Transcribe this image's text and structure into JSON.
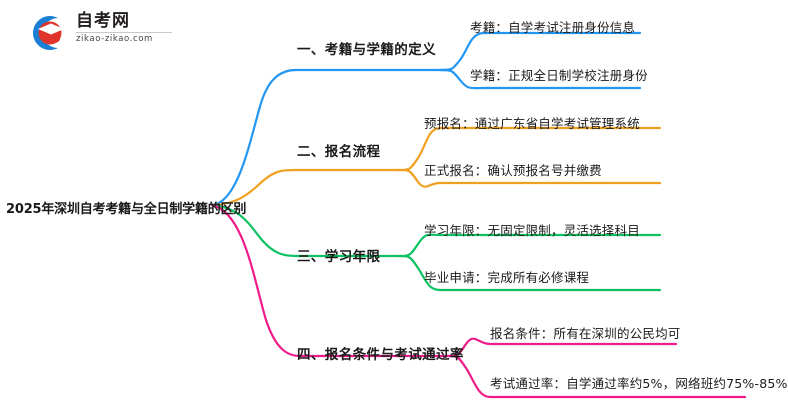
{
  "logo": {
    "icon": "graduation-cap-logo-icon",
    "name_cn": "自考网",
    "name_en": "zikao-zikao.com",
    "colors": {
      "ring": "#1b7fd4",
      "cap": "#e0342b"
    }
  },
  "mindmap": {
    "root": {
      "label": "2025年深圳自考考籍与全日制学籍的区别"
    },
    "branches": [
      {
        "label": "一、考籍与学籍的定义",
        "color": "#2196f3",
        "children": [
          {
            "label": "考籍：自学考试注册身份信息"
          },
          {
            "label": "学籍：正规全日制学校注册身份"
          }
        ]
      },
      {
        "label": "二、报名流程",
        "color": "#f0a020",
        "children": [
          {
            "label": "预报名：通过广东省自学考试管理系统"
          },
          {
            "label": "正式报名：确认预报名号并缴费"
          }
        ]
      },
      {
        "label": "三、学习年限",
        "color": "#0ec264",
        "children": [
          {
            "label": "学习年限：无固定限制，灵活选择科目"
          },
          {
            "label": "毕业申请：完成所有必修课程"
          }
        ]
      },
      {
        "label": "四、报名条件与考试通过率",
        "color": "#f01b8b",
        "children": [
          {
            "label": "报名条件：所有在深圳的公民均可"
          },
          {
            "label": "考试通过率：自学通过率约5%，网络班约75%-85%"
          }
        ]
      }
    ]
  }
}
